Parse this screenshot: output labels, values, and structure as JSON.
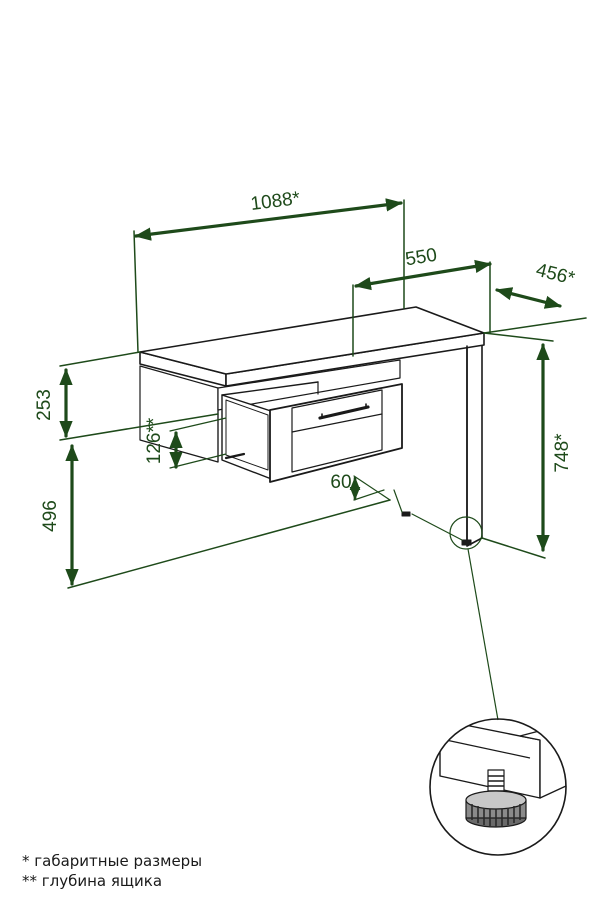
{
  "dimensions": {
    "width_overall": "1088*",
    "tabletop_right_length": "550",
    "depth_overall": "456*",
    "height_overall": "748*",
    "top_to_shelf": "253",
    "drawer_depth": "126**",
    "floor_to_shelf": "496",
    "foot_offset": "60"
  },
  "notes": {
    "overall": "* габаритные размеры",
    "drawer": "** глубина ящика"
  },
  "colors": {
    "dimension": "#1e4a1a",
    "outline": "#1a1a1a",
    "furniture": "#ffffff"
  },
  "icons": {
    "detail": "adjustable-foot-icon"
  }
}
